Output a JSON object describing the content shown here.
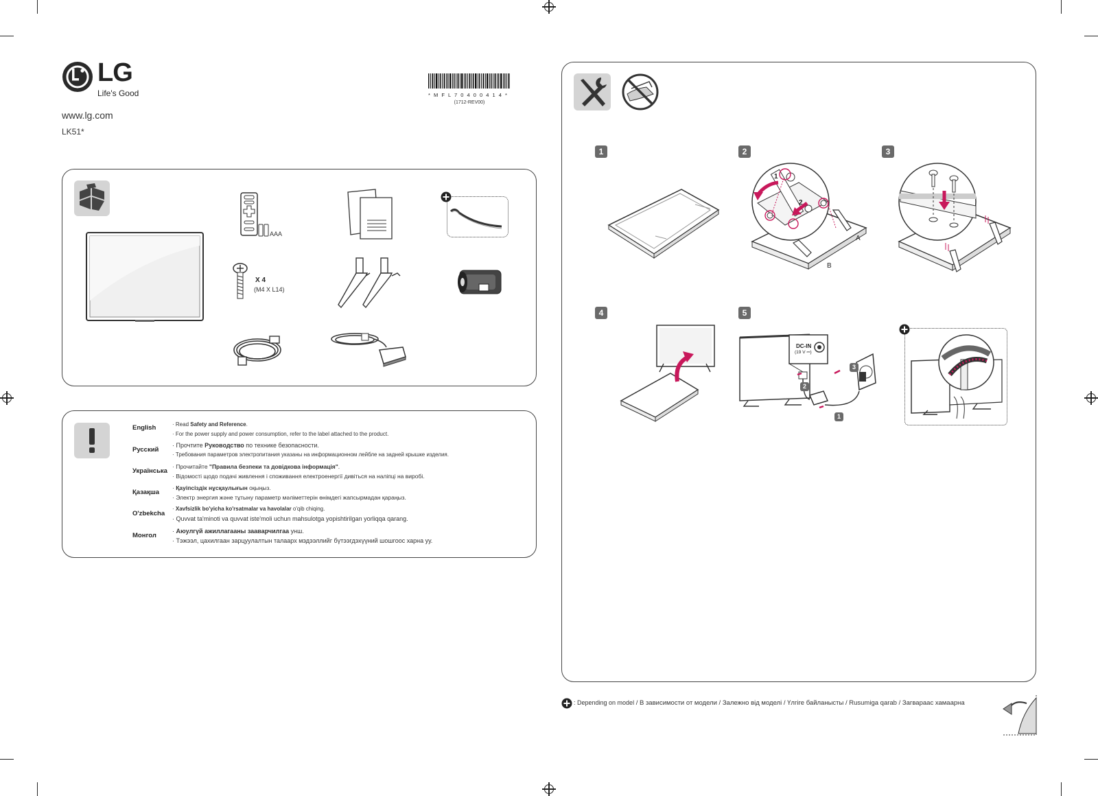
{
  "header": {
    "brand": "LG",
    "slogan": "Life's Good",
    "website": "www.lg.com",
    "model": "LK51*",
    "barcode_text": "* M F L 7 0 4 0 0 4 1 4 *",
    "barcode_revision": "(1712-REV00)"
  },
  "contents": {
    "batteries_label": "AAA",
    "screw_count": "X 4",
    "screw_size": "(M4 X L14)"
  },
  "warnings": [
    {
      "lang": "English",
      "line1_pre": "Read ",
      "line1_bold": "Safety and Reference",
      "line1_post": ".",
      "line2": "For the power supply and power consumption, refer to the label attached to the product."
    },
    {
      "lang": "Русский",
      "line1_pre": "Прочтите ",
      "line1_bold": "Руководство",
      "line1_post": " по технике безопасности.",
      "line2": "Требования параметров электропитания указаны на информационном лейбле на задней крышке изделия."
    },
    {
      "lang": "Українська",
      "line1_pre": "Прочитайте ",
      "line1_bold": "\"Правила безпеки та довідкова інформація\"",
      "line1_post": ".",
      "line2": "Відомості щодо подачі живлення і споживання електроенергії дивіться на наліпці на виробі."
    },
    {
      "lang": "Қазақша",
      "line1_pre": "",
      "line1_bold": "Қауіпсіздік нұсқаулығын",
      "line1_post": " оқыңыз.",
      "line2": "Электр энергия және тұтыну параметр мәліметтерін өнімдегі жапсырмадан қараңыз."
    },
    {
      "lang": "O'zbekcha",
      "line1_pre": "",
      "line1_bold": "Xavfsizlik bo'yicha ko'rsatmalar va havolalar",
      "line1_post": " o'qib chiqing.",
      "line2": "Quvvat ta'minoti va quvvat iste'moli uchun mahsulotga yopishtirilgan yorliqqa qarang."
    },
    {
      "lang": "Монгол",
      "line1_pre": "",
      "line1_bold": "Аюулгүй ажиллагааны зааварчилгаа",
      "line1_post": " унш.",
      "line2": "Тэжээл, цахилгаан зарцуулалтын талаарх мэдээллийг бүтээгдэхүүний шошгоос харна уу."
    }
  ],
  "steps": {
    "labels": [
      "1",
      "2",
      "3",
      "4",
      "5"
    ],
    "step2_callouts": [
      "1",
      "2"
    ],
    "stand_labels": [
      "A",
      "B"
    ],
    "step5_dc_in": "DC-IN",
    "step5_voltage": "(19 V ⎓)",
    "step5_callouts": [
      "1",
      "2",
      "3"
    ]
  },
  "footer": {
    "note": ": Depending on model",
    "translations": " / В зависимости от модели / Залежно від моделі / Үлгіге байланысты / Rusumiga qarab / Загвараас хамаарна"
  },
  "colors": {
    "accent_magenta": "#c8185b",
    "icon_gray": "#d4d4d4",
    "line_dark": "#444444"
  }
}
